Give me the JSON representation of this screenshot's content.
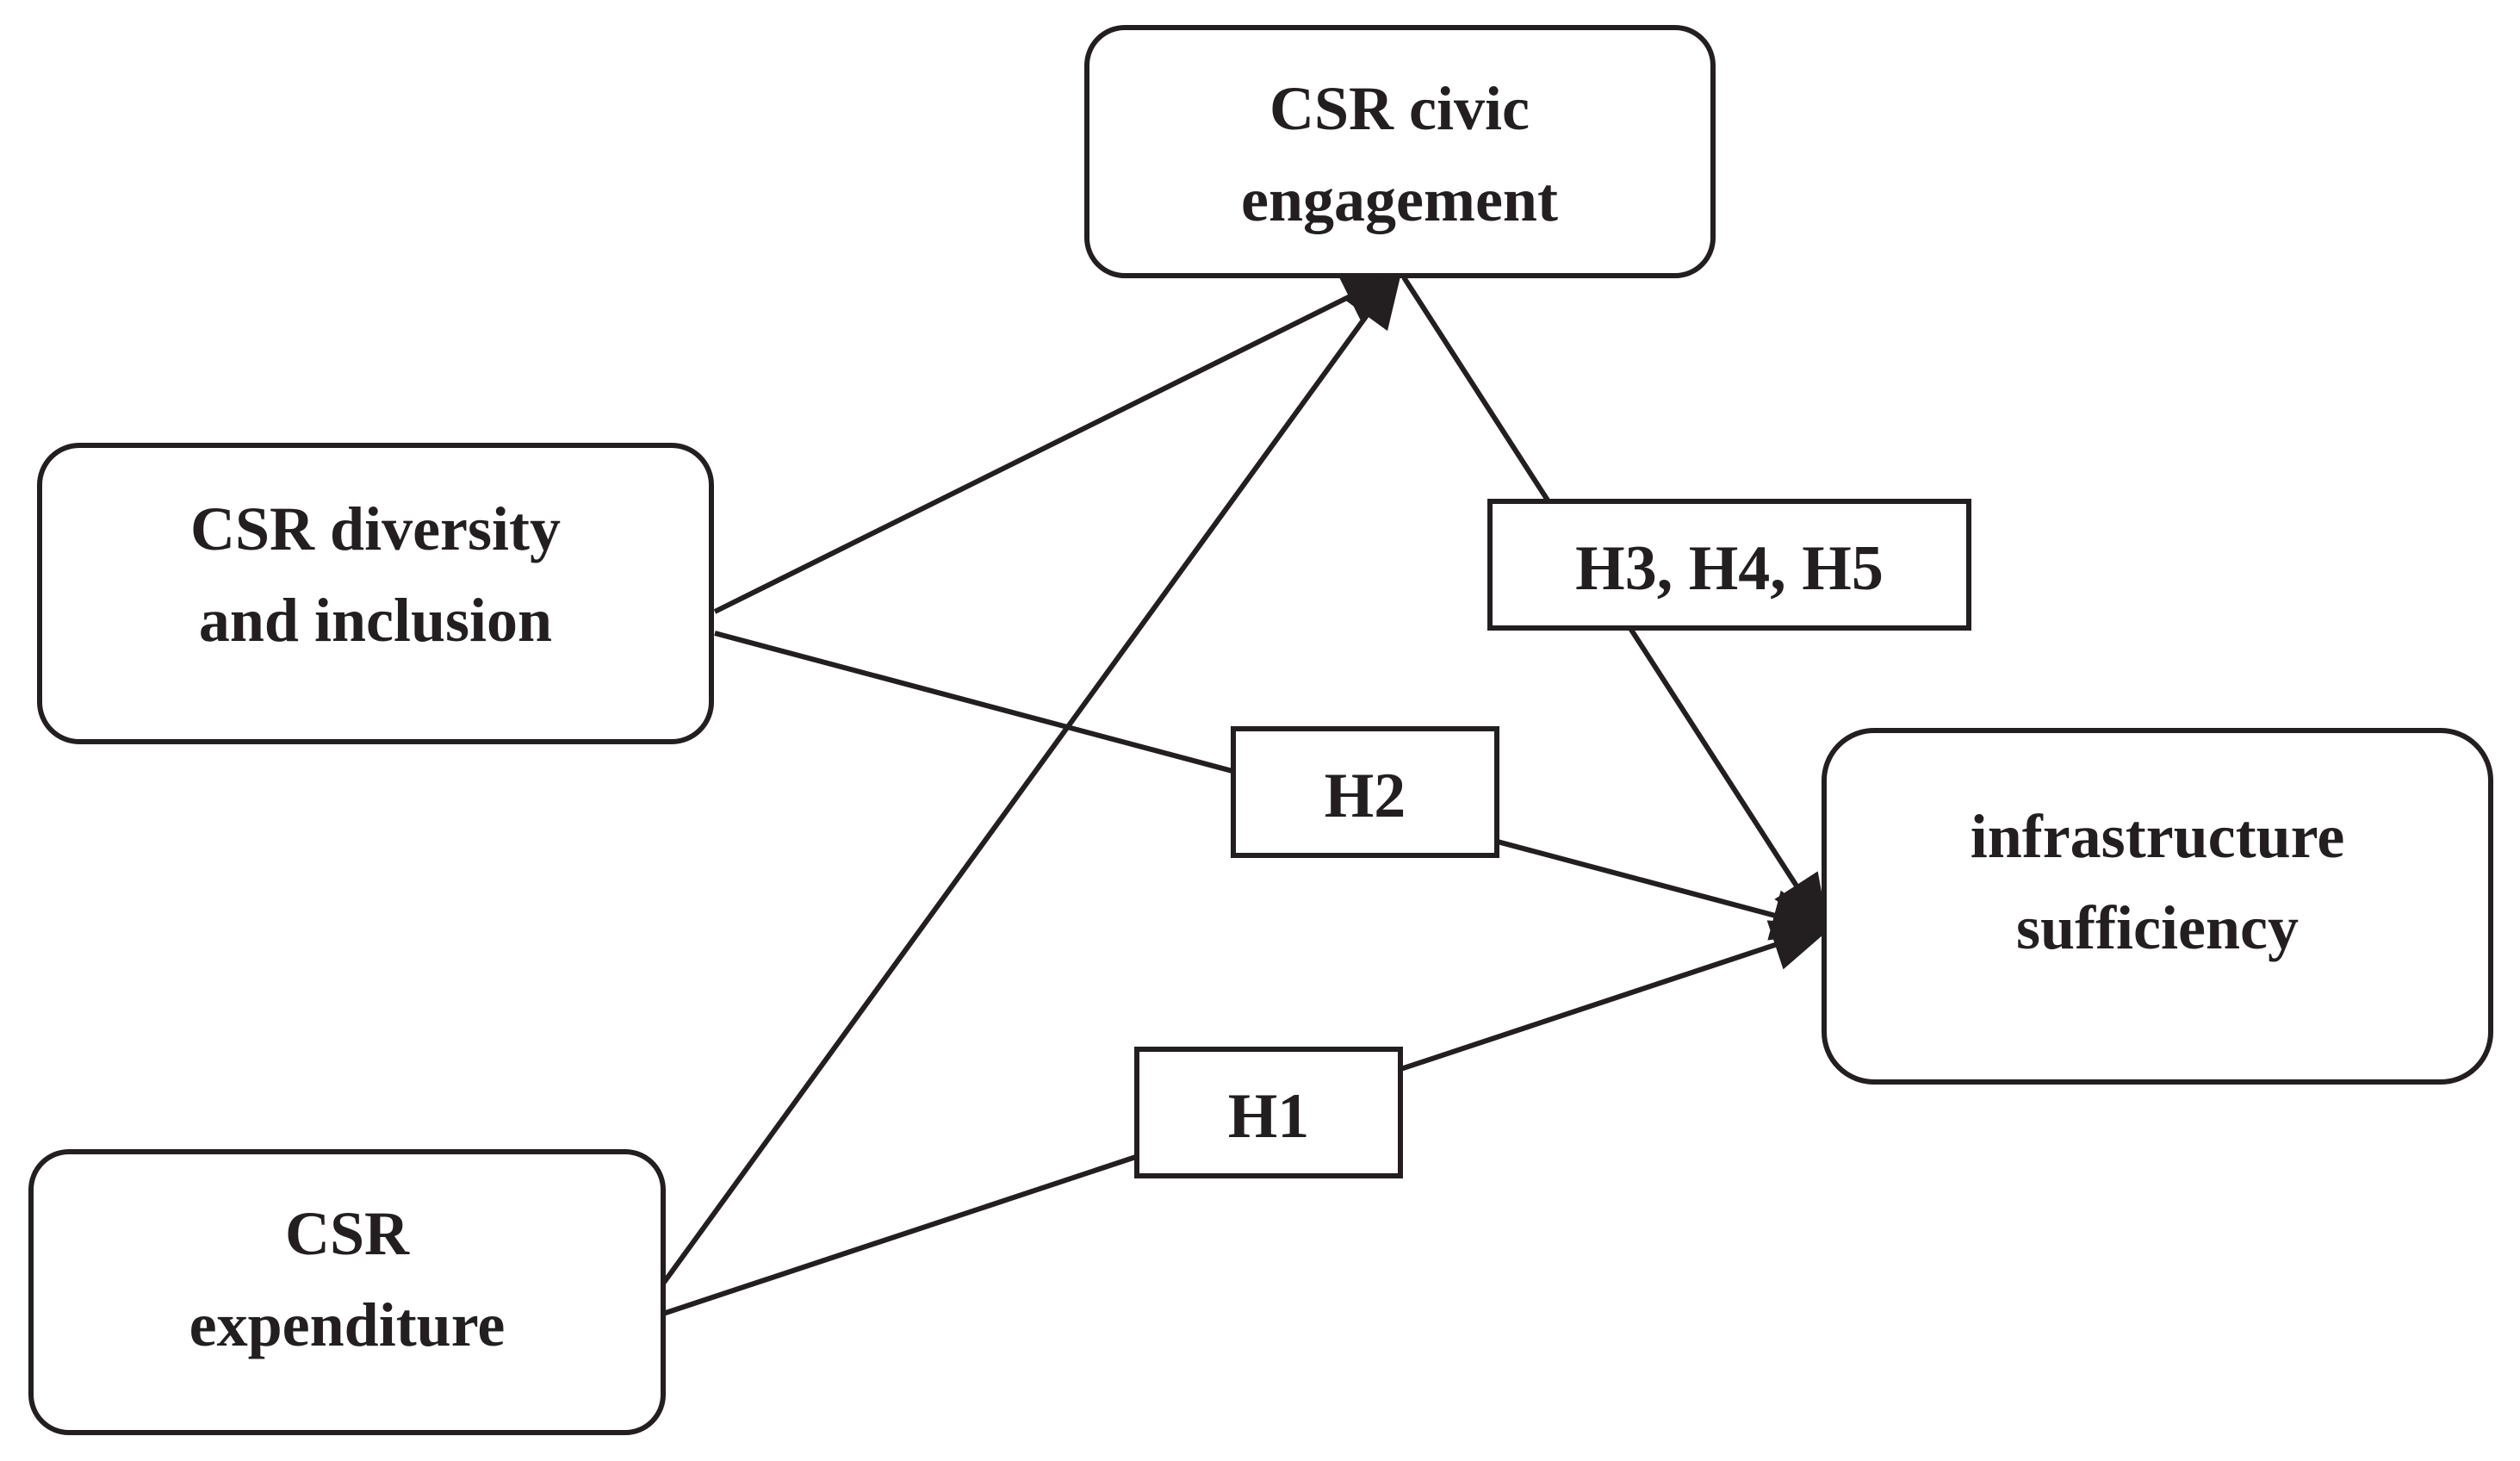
{
  "nodes": {
    "civic": {
      "line1": "CSR civic",
      "line2": "engagement"
    },
    "diversity": {
      "line1": "CSR diversity",
      "line2": "and inclusion"
    },
    "expenditure": {
      "line1": "CSR",
      "line2": "expenditure"
    },
    "infrastructure": {
      "line1": "infrastructure",
      "line2": "sufficiency"
    }
  },
  "hypotheses": {
    "h1": "H1",
    "h2": "H2",
    "h345": "H3, H4, H5"
  },
  "colors": {
    "stroke": "#231f20",
    "background": "#ffffff"
  }
}
